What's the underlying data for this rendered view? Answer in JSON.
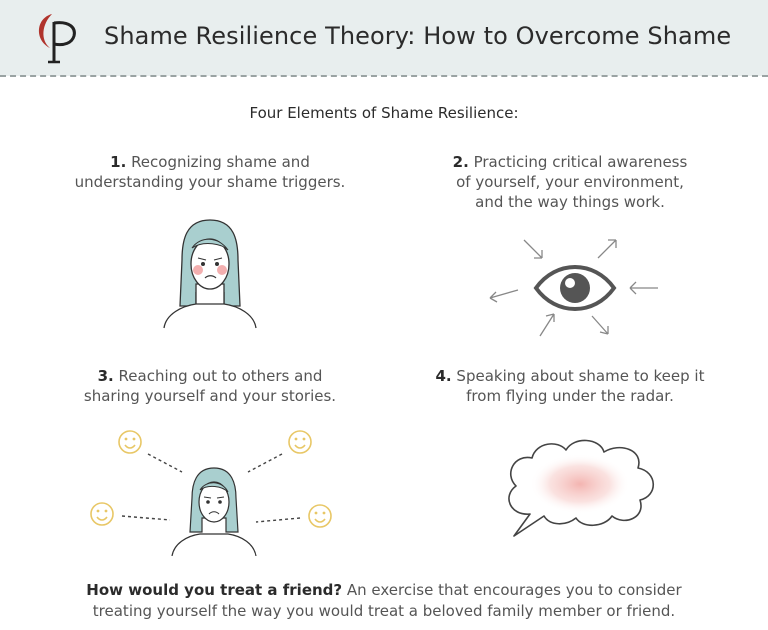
{
  "header": {
    "title": "Shame Resilience Theory: How to Overcome Shame",
    "logo_icon": "positive-psychology-logo-icon"
  },
  "subtitle": "Four Elements of Shame Resilience:",
  "elements": [
    {
      "number": "1.",
      "lines": [
        "Recognizing shame and",
        "understanding your shame triggers."
      ],
      "icon": "worried-woman-icon"
    },
    {
      "number": "2.",
      "lines": [
        "Practicing critical awareness",
        "of yourself, your environment,",
        "and the way things work."
      ],
      "icon": "eye-with-arrows-icon"
    },
    {
      "number": "3.",
      "lines": [
        "Reaching out to others and",
        "sharing yourself and your stories."
      ],
      "icon": "woman-with-smileys-icon"
    },
    {
      "number": "4.",
      "lines": [
        "Speaking about shame to keep it",
        "from flying under the radar."
      ],
      "icon": "speech-cloud-icon"
    }
  ],
  "footer": {
    "lead": "How would you treat a friend?",
    "text_line1": " An exercise that encourages you to consider",
    "text_line2": "treating yourself the way you would treat a beloved family member or friend."
  },
  "colors": {
    "header_bg": "#e8eeee",
    "hair": "#a9cfcf",
    "blush": "#f1a1a1",
    "smiley": "#e8c766",
    "logo_red": "#b0342d",
    "cloud_glow": "#f3b0ac"
  }
}
